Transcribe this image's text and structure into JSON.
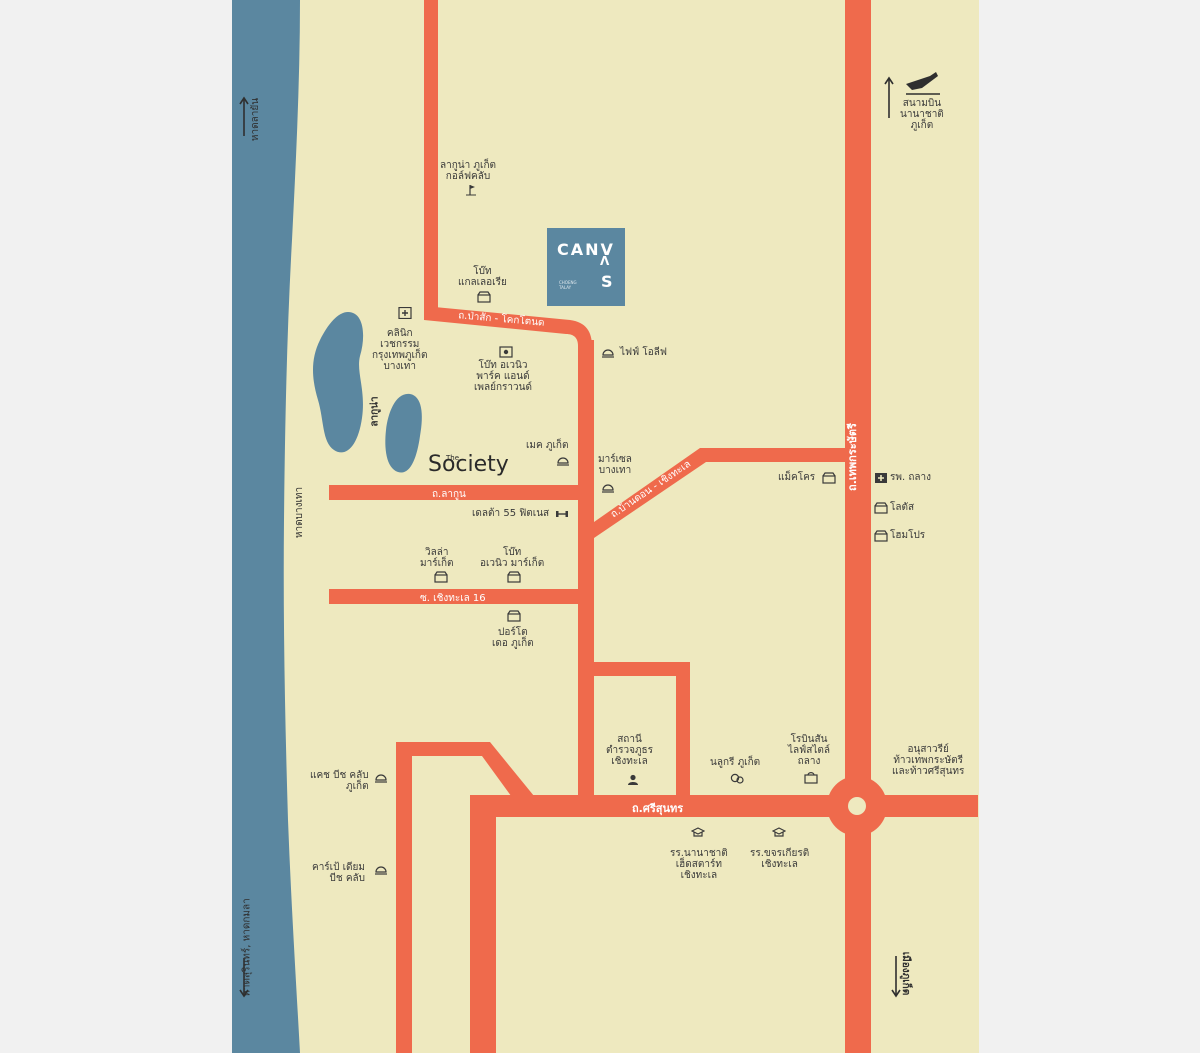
{
  "colors": {
    "background": "#f1f1f1",
    "land": "#eee9bf",
    "sea": "#5b87a0",
    "road": "#ef6a4c",
    "logo": "#5b87a0",
    "text": "#3a3a3a"
  },
  "logo": {
    "line1": "CANV",
    "line2": "Λ",
    "line3": "S",
    "sub": "CHOENG TALAY"
  },
  "society": {
    "the": "The",
    "name": "Society"
  },
  "beaches": {
    "top": "หาดลายัน",
    "middle": "หาดบางเทา",
    "bottom": "หาดสุรินทร์, หาดกมลา"
  },
  "directions": {
    "airport": "สนามบิน\nนานาชาติ\nภูเก็ต",
    "phuket_town": "เมืองภูเก็ต"
  },
  "lagoon": "ลากูน่า",
  "roads": {
    "pasak": "ถ.ป่าสัก - โคกโตนด",
    "laguna": "ถ.ลากูน",
    "soi16": "ซ. เชิงทะเล 16",
    "bandon": "ถ.บ้านดอน - เชิงทะเล",
    "srisoonthorn": "ถ.ศรีสุนทร",
    "thepkrasattri": "ถ.เทพกระษัตรี"
  },
  "places": [
    {
      "id": "golf",
      "icon": "golf-flag-icon",
      "label": "ลากูน่า ภูเก็ต\nกอล์ฟคลับ"
    },
    {
      "id": "boat-gallery",
      "icon": "shop-icon",
      "label": "โบ๊ท\nแกลเลอเรีย"
    },
    {
      "id": "clinic",
      "icon": "medical-icon",
      "label": "คลินิก\nเวชกรรม\nกรุงเทพภูเก็ต\nบางเทา"
    },
    {
      "id": "boat-park",
      "icon": "park-icon",
      "label": "โบ๊ท อเวนิว\nพาร์ค แอนด์\nเพลย์กราวนด์"
    },
    {
      "id": "fifi",
      "icon": "dining-icon",
      "label": "ไฟฟ์ โอลีฟ"
    },
    {
      "id": "make",
      "icon": "dining-icon",
      "label": "เมค ภูเก็ต"
    },
    {
      "id": "marcel",
      "icon": "dining-icon",
      "label": "มาร์เซล\nบางเทา"
    },
    {
      "id": "delta",
      "icon": "dumbbell-icon",
      "label": "เดลต้า 55 ฟิตเนส"
    },
    {
      "id": "villa",
      "icon": "shop-icon",
      "label": "วิลล่า\nมาร์เก็ต"
    },
    {
      "id": "boat-market",
      "icon": "shop-icon",
      "label": "โบ๊ท\nอเวนิว มาร์เก็ต"
    },
    {
      "id": "porto",
      "icon": "shop-icon",
      "label": "ปอร์โต\nเดอ ภูเก็ต"
    },
    {
      "id": "makro",
      "icon": "shop-icon",
      "label": "แม็คโคร"
    },
    {
      "id": "hospital",
      "icon": "hospital-icon",
      "label": "รพ. ถลาง"
    },
    {
      "id": "lotus",
      "icon": "shop-icon",
      "label": "โลตัส"
    },
    {
      "id": "homepro",
      "icon": "shop-icon",
      "label": "โฮมโปร"
    },
    {
      "id": "police",
      "icon": "police-icon",
      "label": "สถานี\nตำรวจภูธร\nเชิงทะเล"
    },
    {
      "id": "nalukri",
      "icon": "cafe-icon",
      "label": "นลูกรี ภูเก็ต"
    },
    {
      "id": "robinson",
      "icon": "mall-icon",
      "label": "โรบินสัน\nไลฟ์สไตล์\nถลาง"
    },
    {
      "id": "monument",
      "icon": "",
      "label": "อนุสาวรีย์\nท้าวเทพกระษัตรี\nและท้าวศรีสุนทร"
    },
    {
      "id": "catch",
      "icon": "dining-icon",
      "label": "แคช บีช คลับ\nภูเก็ต"
    },
    {
      "id": "carpe",
      "icon": "dining-icon",
      "label": "คาร์เป้ เดียม\nบีช คลับ"
    },
    {
      "id": "school1",
      "icon": "school-icon",
      "label": "รร.นานาชาติ\nเฮ็ดสตาร์ท\nเชิงทะเล"
    },
    {
      "id": "school2",
      "icon": "school-icon",
      "label": "รร.ขจรเกียรติ\nเชิงทะเล"
    }
  ]
}
